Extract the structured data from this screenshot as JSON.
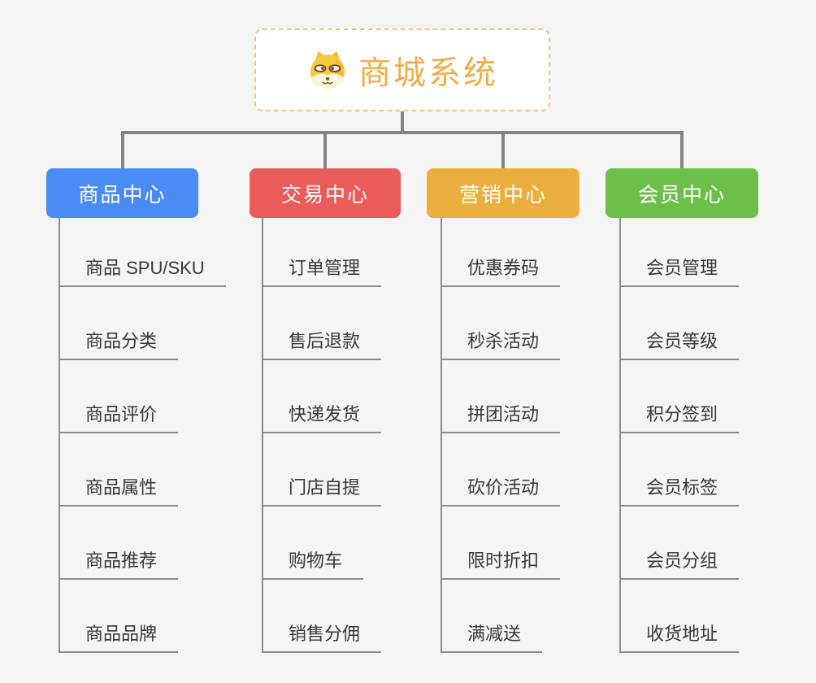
{
  "canvas": {
    "background": "#f5f5f6"
  },
  "root": {
    "title": "商城系统",
    "icon": "shiba-dog-icon",
    "text_color": "#f0ad4a",
    "border_color": "#f3c878",
    "background": "#ffffff"
  },
  "connector_color": "#848484",
  "leaf": {
    "text_color": "#35373c",
    "line_color": "#8d8d8d"
  },
  "branches": [
    {
      "id": "product-center",
      "label": "商品中心",
      "color": "#4b8bf5",
      "text_color": "#ffffff",
      "children": [
        {
          "label": "商品 SPU/SKU"
        },
        {
          "label": "商品分类"
        },
        {
          "label": "商品评价"
        },
        {
          "label": "商品属性"
        },
        {
          "label": "商品推荐"
        },
        {
          "label": "商品品牌"
        }
      ]
    },
    {
      "id": "trade-center",
      "label": "交易中心",
      "color": "#e95c59",
      "text_color": "#ffffff",
      "children": [
        {
          "label": "订单管理"
        },
        {
          "label": "售后退款"
        },
        {
          "label": "快递发货"
        },
        {
          "label": "门店自提"
        },
        {
          "label": "购物车"
        },
        {
          "label": "销售分佣"
        }
      ]
    },
    {
      "id": "marketing-center",
      "label": "营销中心",
      "color": "#ecae3e",
      "text_color": "#ffffff",
      "children": [
        {
          "label": "优惠券码"
        },
        {
          "label": "秒杀活动"
        },
        {
          "label": "拼团活动"
        },
        {
          "label": "砍价活动"
        },
        {
          "label": "限时折扣"
        },
        {
          "label": "满减送"
        }
      ]
    },
    {
      "id": "member-center",
      "label": "会员中心",
      "color": "#6cc04a",
      "text_color": "#ffffff",
      "children": [
        {
          "label": "会员管理"
        },
        {
          "label": "会员等级"
        },
        {
          "label": "积分签到"
        },
        {
          "label": "会员标签"
        },
        {
          "label": "会员分组"
        },
        {
          "label": "收货地址"
        }
      ]
    }
  ]
}
